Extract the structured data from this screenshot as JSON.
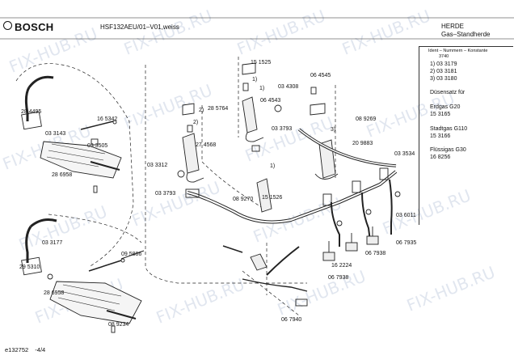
{
  "header": {
    "brand": "BOSCH",
    "model_line": "HSF132AEU/01–V01,weiss",
    "category": "HERDE",
    "subcategory": "Gas–Standherde"
  },
  "sidebar": {
    "ident_label": "Ident – Nummern – Konstante",
    "ident_value": "3740",
    "variants": [
      "1) 03 3179",
      "2) 03 3181",
      "3) 03 3180"
    ],
    "duesensatz_label": "Düsensatz für",
    "gas_types": [
      {
        "name": "Erdgas G20",
        "code": "15 3165"
      },
      {
        "name": "Stadtgas G110",
        "code": "15 3166"
      },
      {
        "name": "Flüssigas G30",
        "code": "16 8256"
      }
    ]
  },
  "footer": {
    "doc_id": "e132752",
    "page": "-4/4"
  },
  "watermark": "FIX-HUB.RU",
  "part_labels": [
    "28 4495",
    "16 5342",
    "03 3143",
    "03 3505",
    "28 6958",
    "15 1525",
    "03 4308",
    "06 4545",
    "06 4543",
    "28 5764",
    "03 3793",
    "27 4568",
    "03 3312",
    "03 3793",
    "08 9269",
    "20 9883",
    "03 3534",
    "15 1526",
    "08 9270",
    "03 6011",
    "06 7935",
    "06 7938",
    "16 2224",
    "06 7938",
    "03 3177",
    "09 5886",
    "29 5310",
    "28 6958",
    "08 9234",
    "06 7940"
  ],
  "ref_markers": [
    "1)",
    "1)",
    "2)",
    "2)",
    "3)",
    "1)"
  ]
}
